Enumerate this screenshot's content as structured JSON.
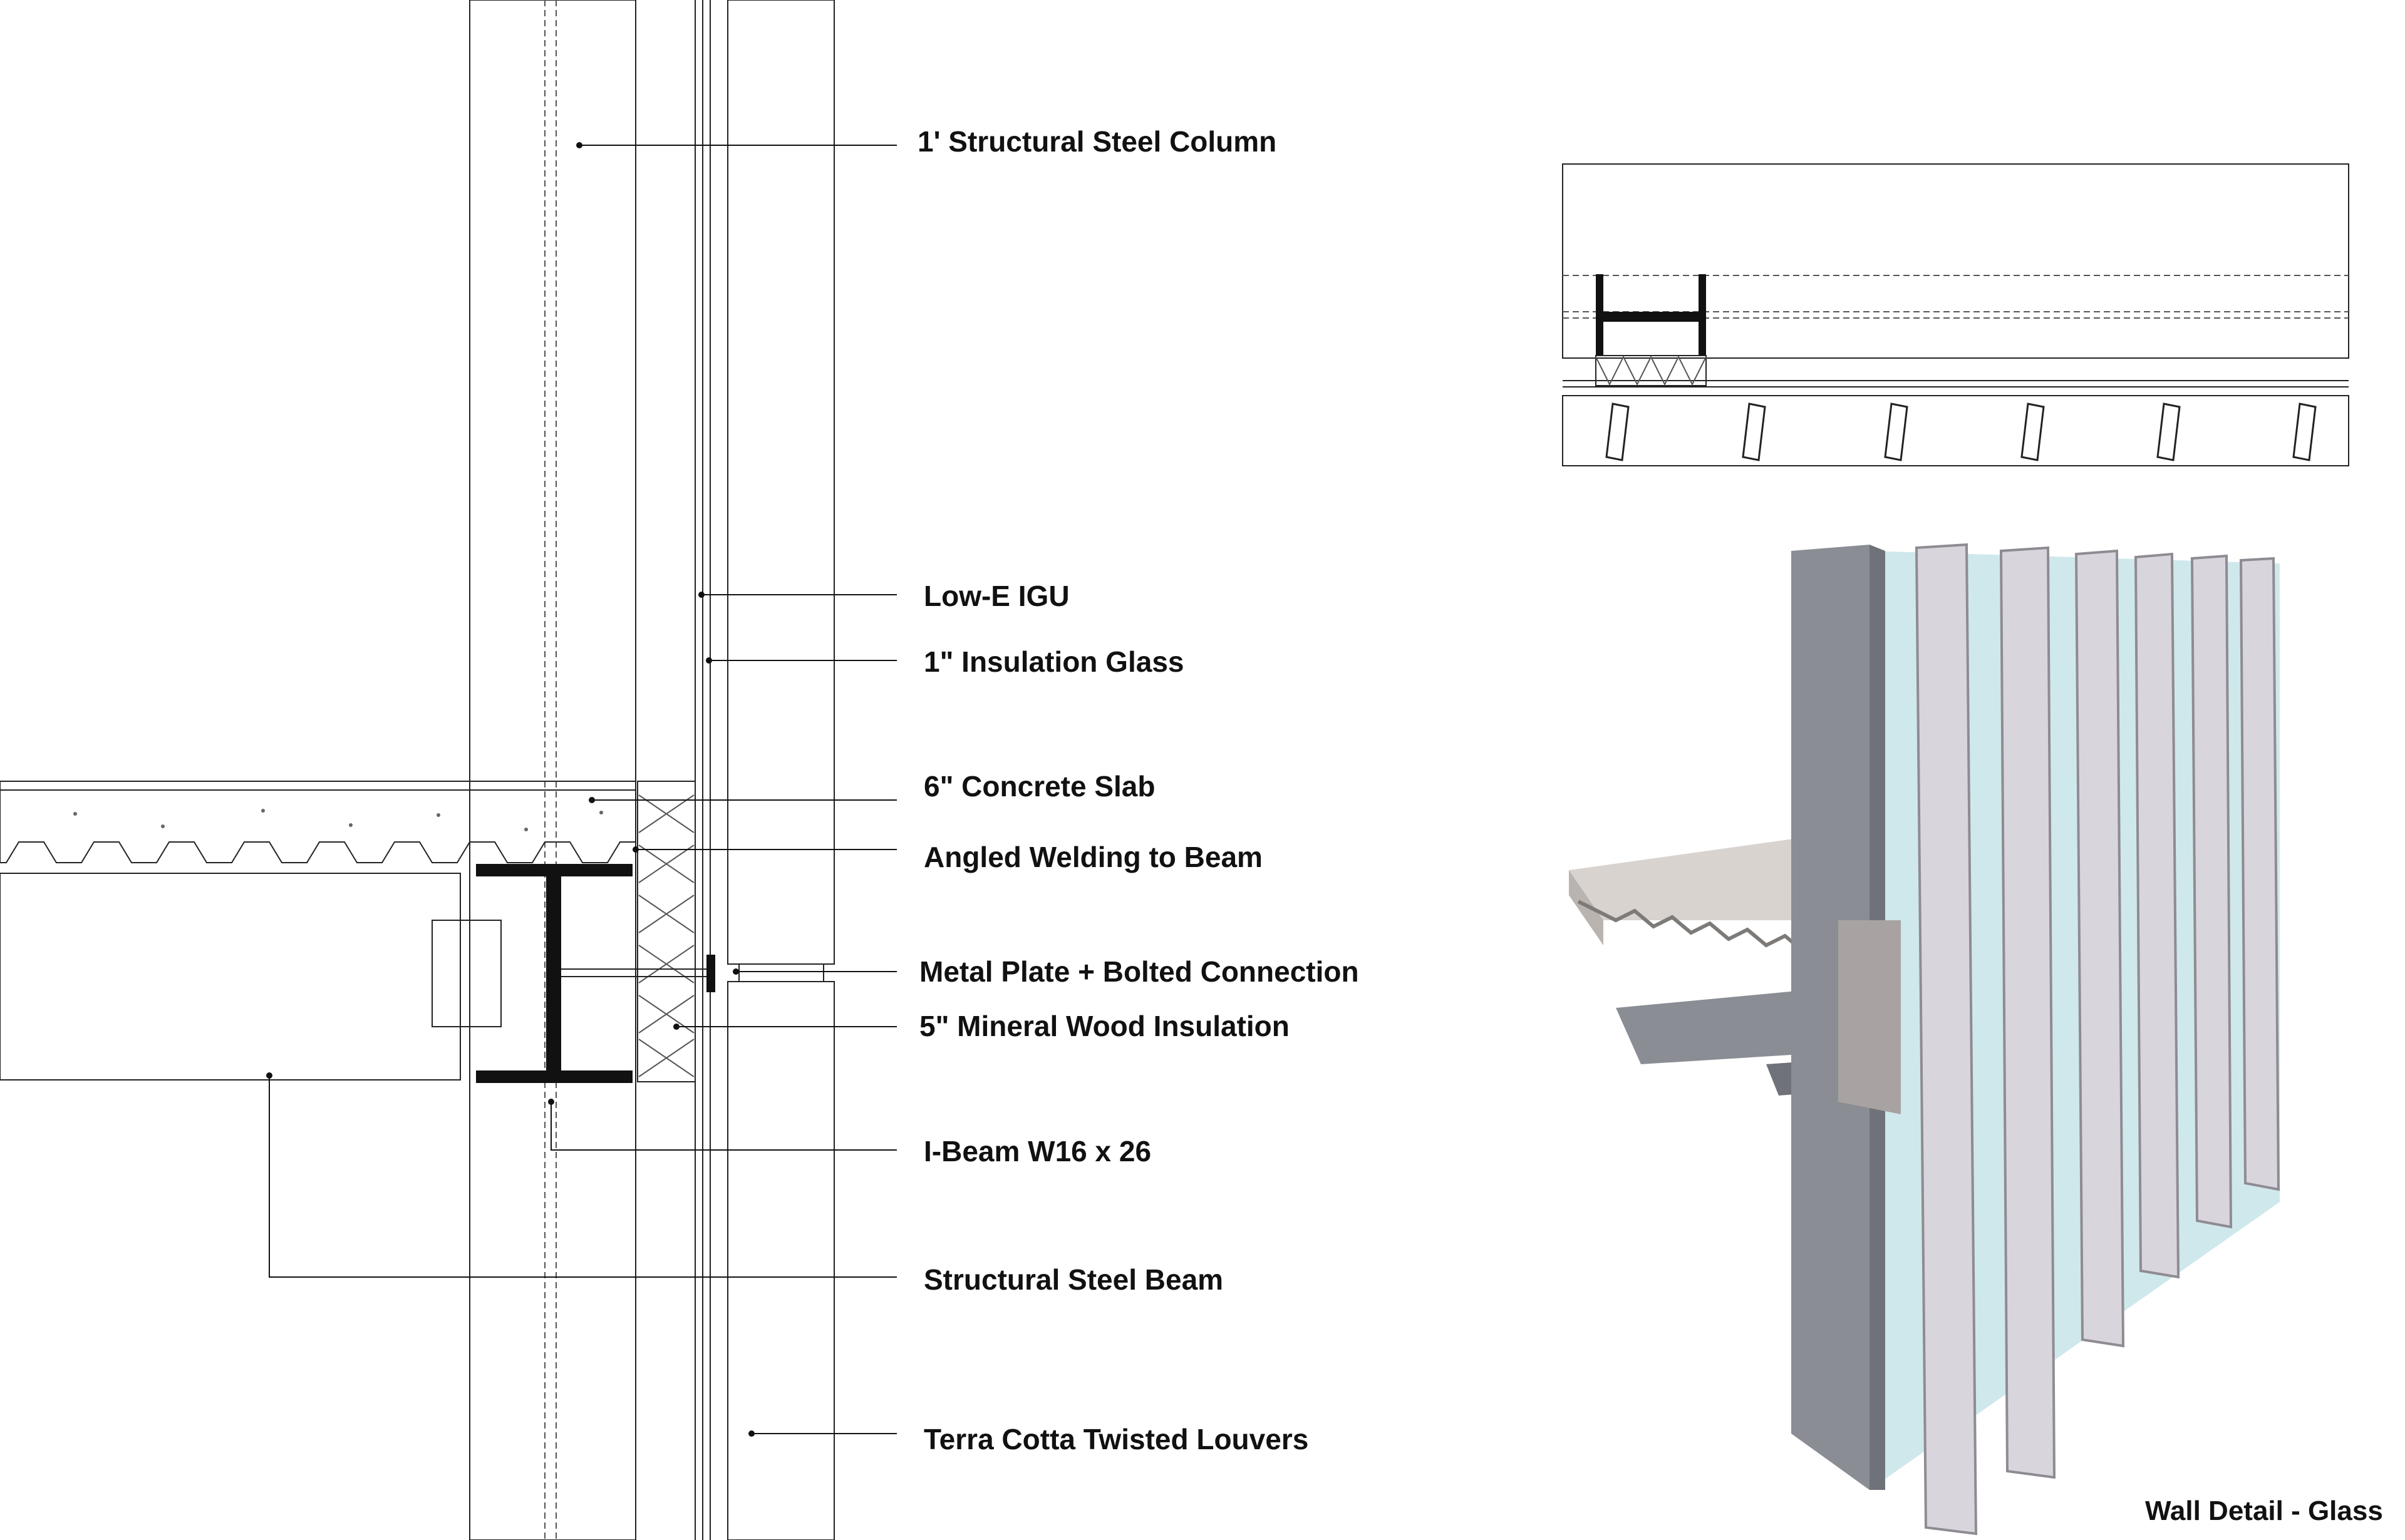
{
  "section_labels": {
    "column": "1' Structural Steel Column",
    "low_e": "Low-E IGU",
    "ins_glass": "1\" Insulation Glass",
    "slab": "6\" Concrete Slab",
    "welding": "Angled Welding to Beam",
    "plate": "Metal Plate + Bolted Connection",
    "mineral": "5\" Mineral Wood Insulation",
    "ibeam": "I-Beam W16 x 26",
    "beam": "Structural Steel Beam",
    "louvers": "Terra Cotta Twisted Louvers"
  },
  "caption": "Wall Detail - Glass",
  "colors": {
    "ink": "#111111",
    "louver_fill": "#eeeeee",
    "concrete": "#f3f3f3",
    "steel_3d": "#8a8d94",
    "glass_3d": "#bfe0e6",
    "louver_3d": "#d9d5dc"
  }
}
